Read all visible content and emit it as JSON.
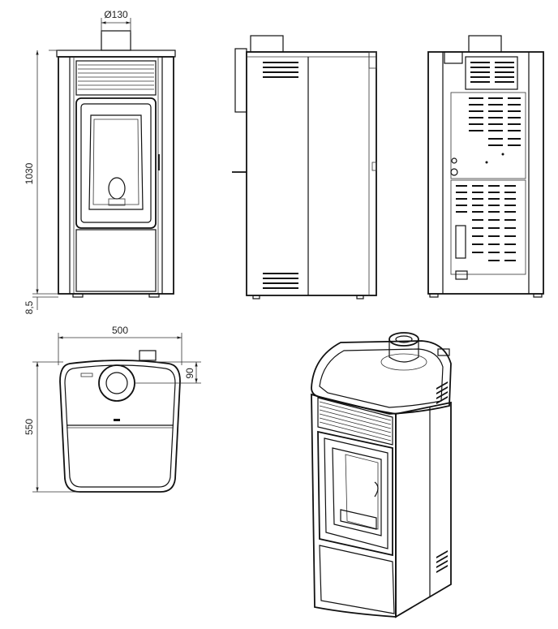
{
  "dimensions": {
    "flue_diameter": "Ø130",
    "height": "1030",
    "foot_height": "8,5",
    "width": "500",
    "depth": "550",
    "flue_offset": "90"
  }
}
